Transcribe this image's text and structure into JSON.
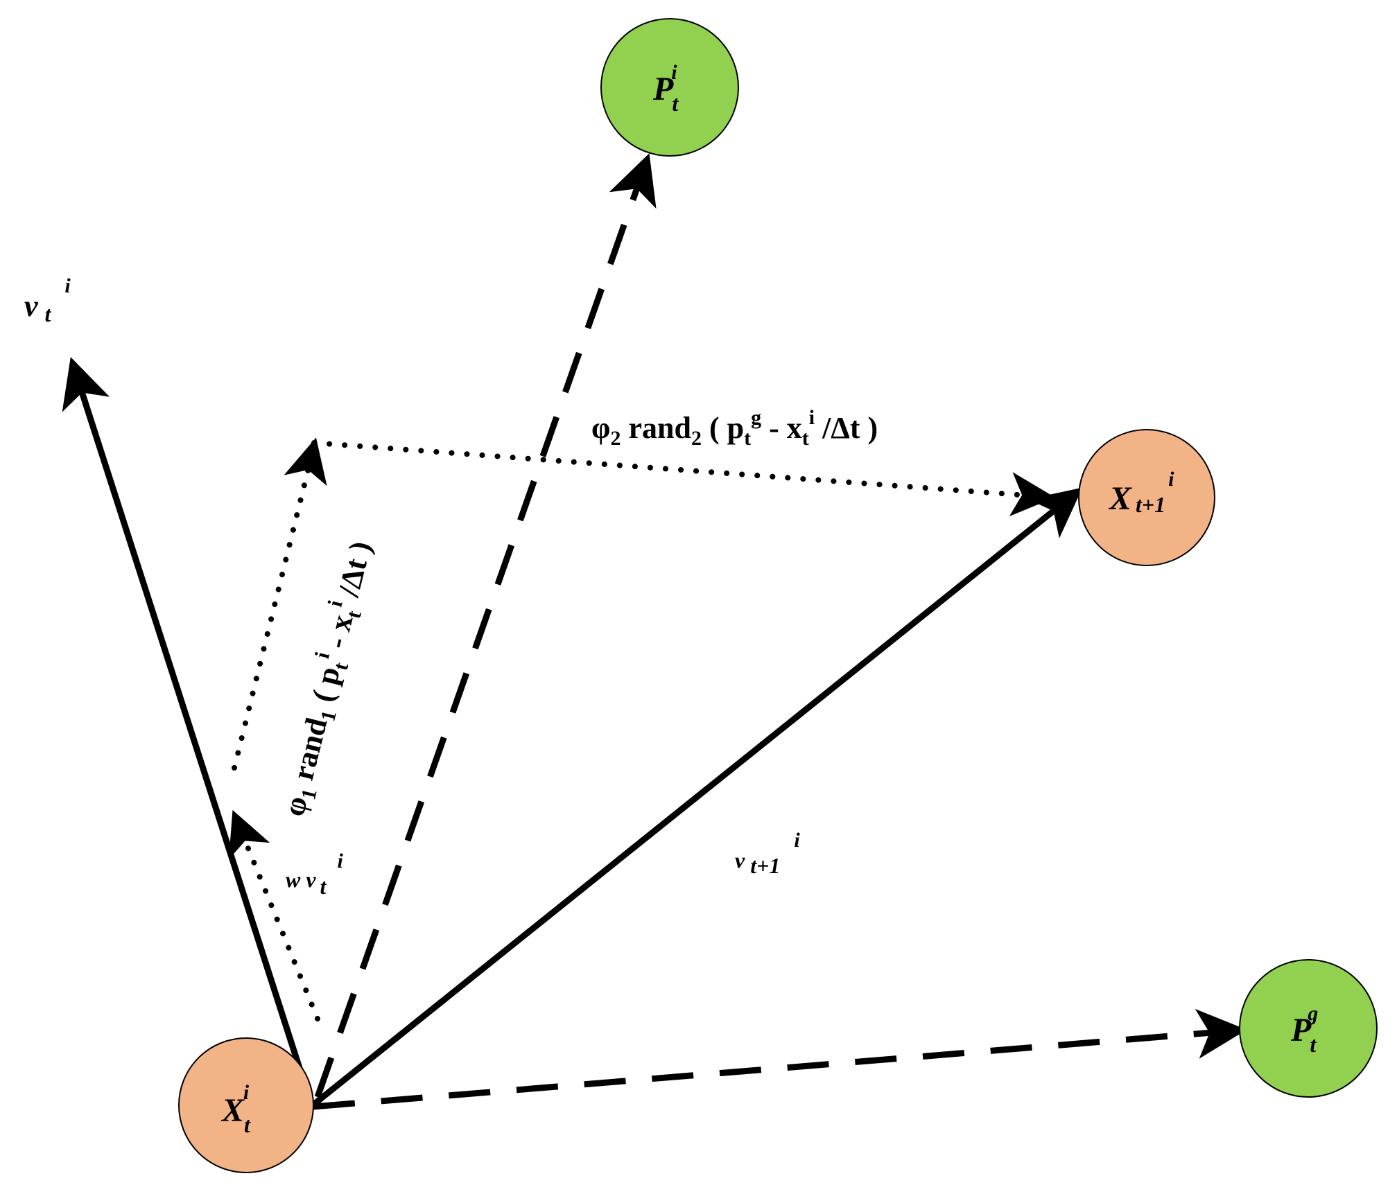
{
  "diagram": {
    "colors": {
      "orange_node": "#F2B387",
      "green_node": "#92D050",
      "stroke": "#000000"
    },
    "nodes": {
      "x_t_i": {
        "base": "X",
        "sub": "t",
        "sup": "i"
      },
      "x_t1_i": {
        "base": "X",
        "sub": "t+1",
        "sup": "i"
      },
      "p_t_i": {
        "base": "P",
        "sub": "t",
        "sup": "i"
      },
      "p_t_g": {
        "base": "P",
        "sub": "t",
        "sup": "g"
      }
    },
    "labels": {
      "v_t_i": {
        "base": "v",
        "sub": "t",
        "sup": "i"
      },
      "w_v_t_i": {
        "base": "w v",
        "sub": "t",
        "sup": "i"
      },
      "v_t1_i": {
        "base": "v",
        "sub": "t+1",
        "sup": "i"
      },
      "cognitive": {
        "phi": "φ",
        "phi_sub": "1",
        "rand": " rand",
        "rand_sub": "1",
        "open": " ( p",
        "p_sub": "t",
        "p_sup": "i",
        "minus": " - x",
        "x_sub": "t",
        "x_sup": "i",
        "tail": " /Δt )"
      },
      "social": {
        "phi": "φ",
        "phi_sub": "2",
        "rand": " rand",
        "rand_sub": "2",
        "open": " ( p",
        "p_sub": "t",
        "p_sup": "g",
        "minus": " - x",
        "x_sub": "t",
        "x_sup": "i",
        "tail": " /Δt )"
      }
    }
  }
}
